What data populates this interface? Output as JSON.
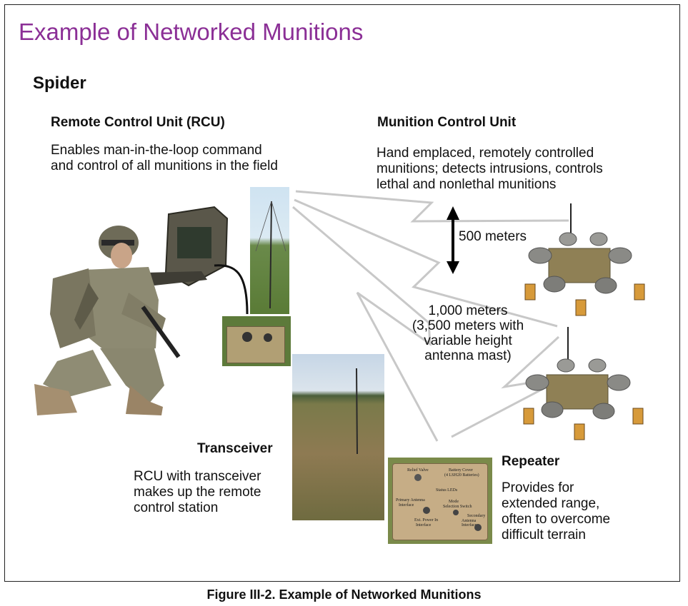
{
  "figure": {
    "title": "Example of Networked Munitions",
    "system_name": "Spider",
    "caption": "Figure III-2.  Example of Networked Munitions"
  },
  "rcu": {
    "heading": "Remote Control Unit (RCU)",
    "description_line1": "Enables man-in-the-loop command",
    "description_line2": "and control of all munitions in the field"
  },
  "mcu": {
    "heading": "Munition Control Unit",
    "description_line1": "Hand emplaced, remotely controlled",
    "description_line2": "munitions; detects intrusions, controls",
    "description_line3": "lethal and nonlethal munitions"
  },
  "transceiver": {
    "heading": "Transceiver",
    "description_line1": "RCU with transceiver",
    "description_line2": "makes up the remote",
    "description_line3": "control station"
  },
  "repeater": {
    "heading": "Repeater",
    "description_line1": "Provides for",
    "description_line2": "extended range,",
    "description_line3": "often to overcome",
    "description_line4": "difficult terrain"
  },
  "ranges": {
    "short": "500 meters",
    "long_line1": "1,000 meters",
    "long_line2": "(3,500 meters with",
    "long_line3": "variable height",
    "long_line4": "antenna mast)"
  },
  "repeater_panel_labels": {
    "relief_valve": "Relief Valve",
    "battery_cover": "Battery Cover",
    "battery_sub": "(4 LSH20 Batteries)",
    "status_leds": "Status LEDs",
    "primary_antenna": "Primary Antenna",
    "primary_sub": "Interface",
    "mode_switch": "Mode",
    "mode_sub": "Selection Switch",
    "ext_power": "Ext. Power In",
    "ext_sub": "Interface",
    "secondary_antenna": "Secondary",
    "secondary_sub": "Antenna Interface"
  }
}
